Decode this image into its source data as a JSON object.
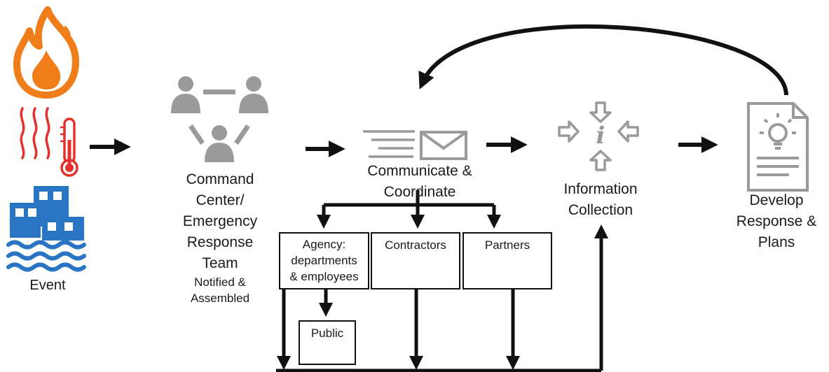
{
  "event": {
    "label": "Event"
  },
  "command_center": {
    "label_lines": [
      "Command",
      "Center/",
      "Emergency",
      "Response",
      "Team"
    ],
    "sub_lines": [
      "Notified &",
      "Assembled"
    ]
  },
  "communicate": {
    "label_lines": [
      "Communicate &",
      "Coordinate"
    ]
  },
  "information": {
    "label_lines": [
      "Information",
      "Collection"
    ]
  },
  "develop": {
    "label_lines": [
      "Develop",
      "Response &",
      "Plans"
    ]
  },
  "boxes": {
    "agency_lines": [
      "Agency:",
      "departments",
      "& employees"
    ],
    "contractors": "Contractors",
    "partners": "Partners",
    "public": "Public"
  },
  "colors": {
    "fire_orange": "#ef7d1a",
    "heat_red": "#e5302c",
    "water_blue": "#2a74c4",
    "icon_gray": "#9a9a9a",
    "arrow_black": "#111111"
  },
  "icons": [
    "fire-icon",
    "heat-waves-icon",
    "thermometer-icon",
    "flooded-building-icon",
    "team-network-icon",
    "message-envelope-icon",
    "information-collection-icon",
    "plan-document-lightbulb-icon"
  ]
}
